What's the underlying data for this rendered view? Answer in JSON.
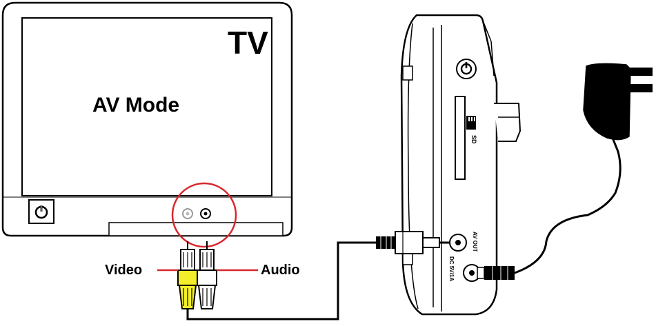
{
  "tv": {
    "label": "TV",
    "screen_text": "AV Mode",
    "power_icon": "power-icon",
    "input_jacks": [
      "video-jack",
      "audio-jack"
    ]
  },
  "cable": {
    "video_label": "Video",
    "audio_label": "Audio",
    "video_plug_color": "#f2ee2a",
    "audio_plug_color": "#ffffff",
    "callout_color": "#d8262c"
  },
  "player": {
    "sd_label": "SD",
    "av_out_label": "AV OUT",
    "dc_label": "DC 5V/1A",
    "power_icon": "power-icon"
  },
  "adapter": {
    "icon": "power-adapter-icon"
  }
}
